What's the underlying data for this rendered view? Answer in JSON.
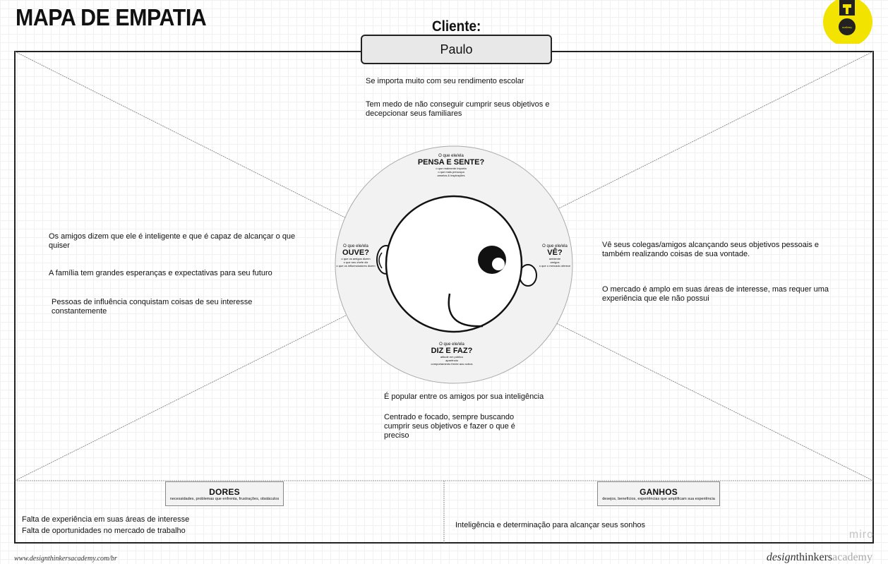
{
  "title": "MAPA DE EMPATIA",
  "client": {
    "label": "Cliente:",
    "name": "Paulo"
  },
  "center": {
    "thinks": {
      "pre": "O que ele/ela",
      "title": "PENSA E SENTE?",
      "sub": [
        "o que realmente importa",
        "o que mais preocupa",
        "anseios & inspirações"
      ]
    },
    "hears": {
      "pre": "O que ele/ela",
      "title": "OUVE?",
      "sub": [
        "o que os amigos dizem",
        "o que seu chefe diz",
        "o que os influenciadores dizem"
      ]
    },
    "sees": {
      "pre": "O que ele/ela",
      "title": "VÊ?",
      "sub": [
        "ambiente",
        "amigos",
        "o que o mercado oferece"
      ]
    },
    "says": {
      "pre": "O que ele/ela",
      "title": "DIZ E FAZ?",
      "sub": [
        "atitude em público",
        "aparência",
        "comportamento frente aos outros"
      ]
    }
  },
  "notes": {
    "thinks": [
      "Se importa muito com seu rendimento escolar",
      "Tem medo de não conseguir cumprir seus objetivos e decepcionar seus familiares"
    ],
    "hears": [
      "Os amigos dizem que ele é inteligente e que é capaz de alcançar o que quiser",
      "A família tem grandes esperanças e expectativas para seu futuro",
      "Pessoas de influência conquistam coisas de seu interesse constantemente"
    ],
    "sees": [
      "Vê seus colegas/amigos alcançando seus objetivos pessoais e também realizando coisas de sua vontade.",
      "O mercado é amplo em suas áreas de interesse, mas requer uma experiência que ele não possui"
    ],
    "says": [
      "É popular entre os amigos por sua  inteligência",
      "Centrado e focado, sempre buscando cumprir seus objetivos e fazer o que é preciso"
    ]
  },
  "pains": {
    "title": "DORES",
    "subtitle": "necessidades, problemas que enfrenta, frustrações, obstáculos",
    "items": [
      "Falta de experiência em suas áreas de interesse",
      "Falta de oportunidades no mercado de trabalho"
    ]
  },
  "gains": {
    "title": "GANHOS",
    "subtitle": "desejos, benefícios, experiências que amplificam sua experiência",
    "items": [
      "Inteligência e determinação para alcançar seus sonhos"
    ]
  },
  "footer": {
    "url": "www.designthinkersacademy.com/br",
    "brand_design": "design",
    "brand_thinkers": "thinkers",
    "brand_academy": "academy",
    "watermark": "miro",
    "logo_text": "academy"
  },
  "colors": {
    "logo_yellow": "#f2e300",
    "circle_fill": "#f2f2f2",
    "border": "#222222"
  }
}
